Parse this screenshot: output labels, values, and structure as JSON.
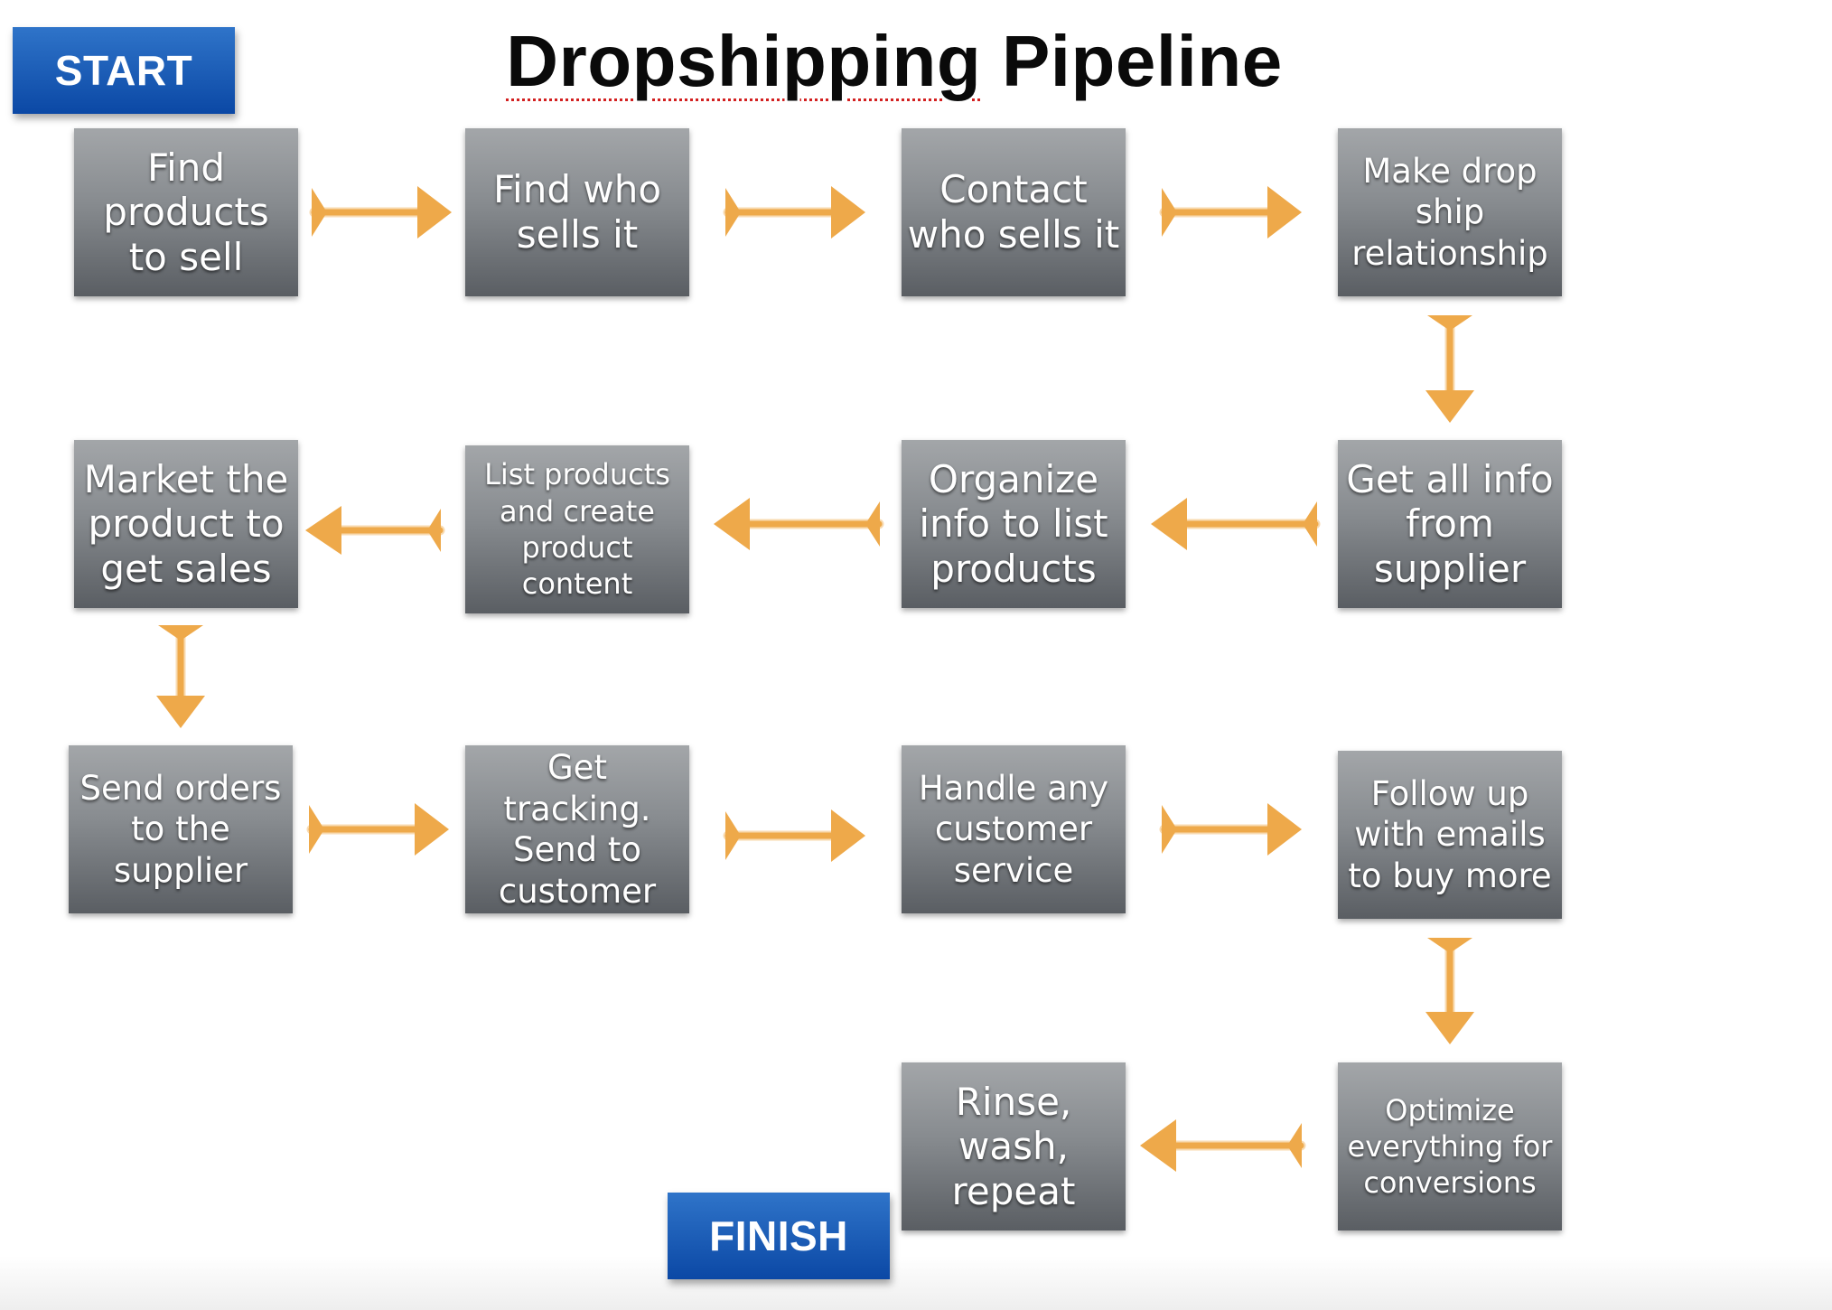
{
  "title": {
    "text_underlined": "Dropshipping",
    "text_rest": " Pipeline"
  },
  "start_label": "START",
  "finish_label": "FINISH",
  "steps": [
    {
      "label": "Find products to sell"
    },
    {
      "label": "Find who sells it"
    },
    {
      "label": "Contact who sells it"
    },
    {
      "label": "Make drop ship relationship"
    },
    {
      "label": "Get all info from supplier"
    },
    {
      "label": "Organize info to list products"
    },
    {
      "label": "List products and create product content"
    },
    {
      "label": "Market the product to get sales"
    },
    {
      "label": "Send orders to the supplier"
    },
    {
      "label": "Get tracking. Send to customer"
    },
    {
      "label": "Handle any customer service"
    },
    {
      "label": "Follow up with emails to buy more"
    },
    {
      "label": "Optimize everything for conversions"
    },
    {
      "label": "Rinse, wash, repeat"
    }
  ],
  "colors": {
    "box_top": "#a3a6a9",
    "box_bottom": "#5a5e63",
    "pill_blue": "#0b48a5",
    "arrow_orange": "#eea94a"
  }
}
